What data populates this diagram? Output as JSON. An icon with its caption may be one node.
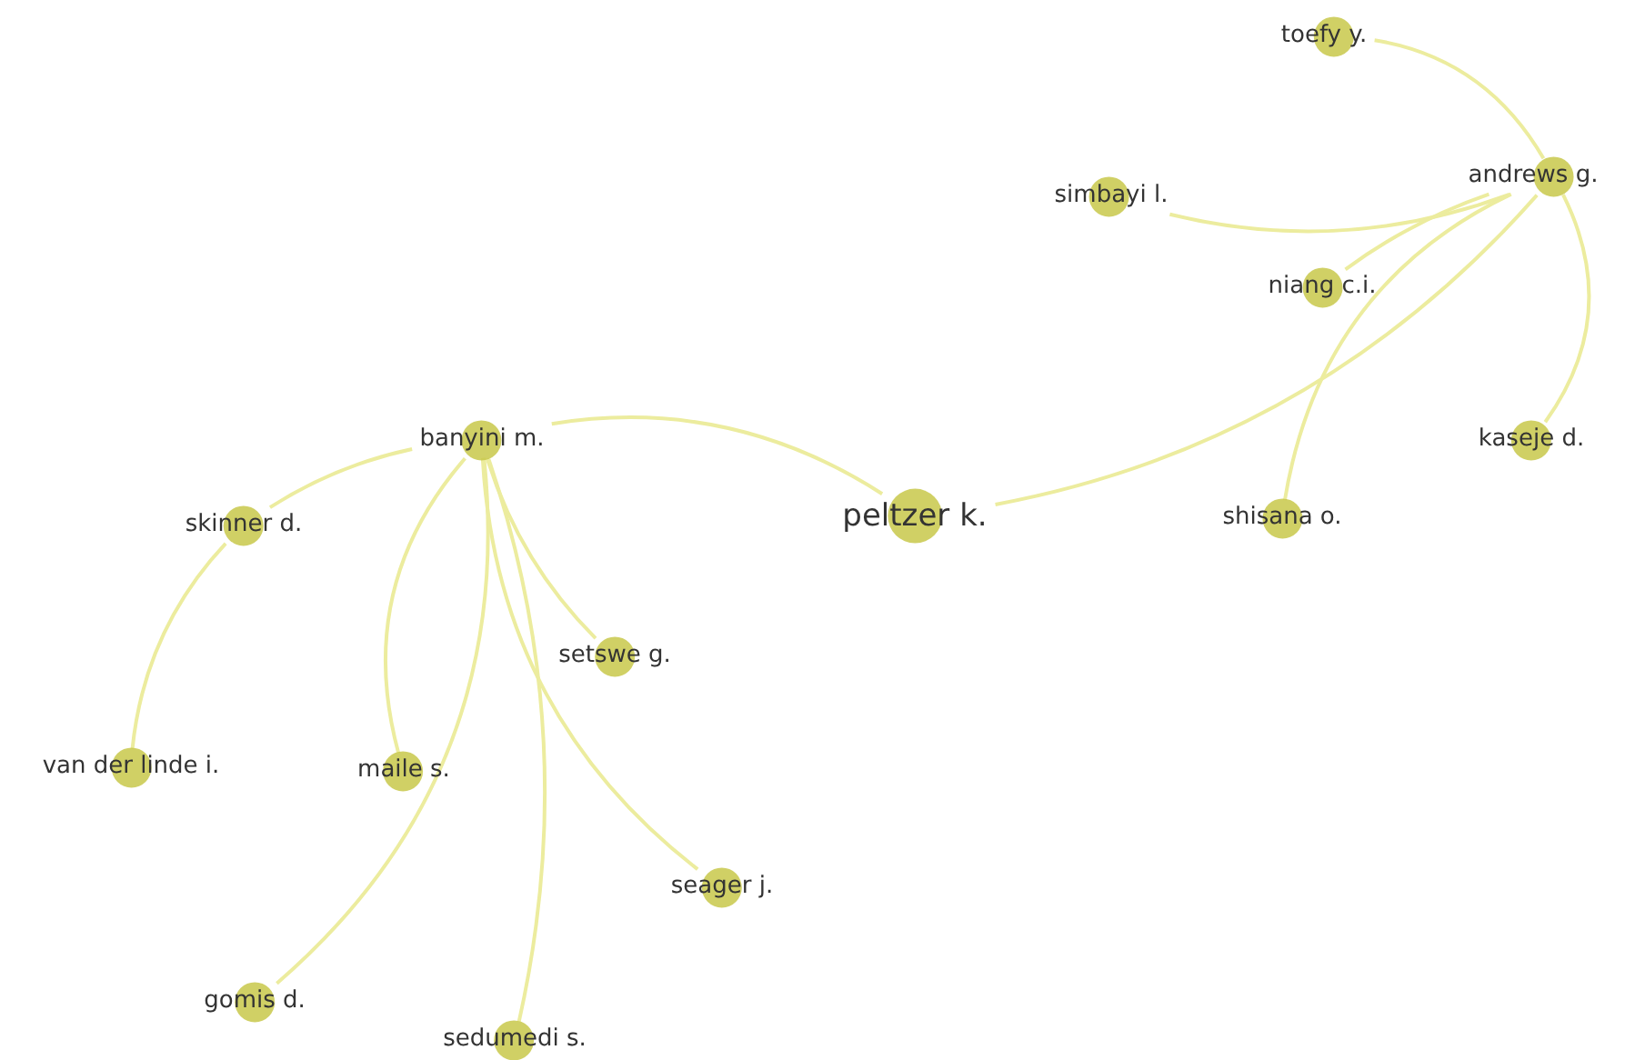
{
  "diagram": {
    "nodes": [
      {
        "text": [
          "toefy y."
        ]
      },
      {
        "text": [
          "andrews g."
        ]
      },
      {
        "text": [
          "simbayi l."
        ]
      },
      {
        "text": [
          "niang c.i."
        ]
      },
      {
        "text": [
          "banyini m."
        ]
      },
      {
        "text": [
          "kaseje d."
        ]
      },
      {
        "text": [
          "peltzer k."
        ]
      },
      {
        "text": [
          "skinner d."
        ]
      },
      {
        "text": [
          "shisana o."
        ]
      },
      {
        "text": [
          "setswe g."
        ]
      },
      {
        "text": [
          "van der linde i."
        ]
      },
      {
        "text": [
          "maile s."
        ]
      },
      {
        "text": [
          "seager j."
        ]
      },
      {
        "text": [
          "gomis d."
        ]
      },
      {
        "text": [
          "sedumedi s."
        ]
      }
    ],
    "edges": [
      {
        "from": 0,
        "to": 1,
        "arrow": "none"
      },
      {
        "from": 2,
        "to": 1,
        "arrow": "none"
      },
      {
        "from": 3,
        "to": 1,
        "arrow": "none"
      },
      {
        "from": 8,
        "to": 1,
        "arrow": "none"
      },
      {
        "from": 6,
        "to": 1,
        "arrow": "none"
      },
      {
        "from": 1,
        "to": 5,
        "arrow": "none"
      },
      {
        "from": 4,
        "to": 6,
        "arrow": "none"
      },
      {
        "from": 4,
        "to": 7,
        "arrow": "none"
      },
      {
        "from": 7,
        "to": 10,
        "arrow": "none"
      },
      {
        "from": 4,
        "to": 11,
        "arrow": "none"
      },
      {
        "from": 4,
        "to": 13,
        "arrow": "none"
      },
      {
        "from": 4,
        "to": 14,
        "arrow": "none"
      },
      {
        "from": 4,
        "to": 9,
        "arrow": "none"
      },
      {
        "from": 4,
        "to": 12,
        "arrow": "none"
      }
    ]
  }
}
